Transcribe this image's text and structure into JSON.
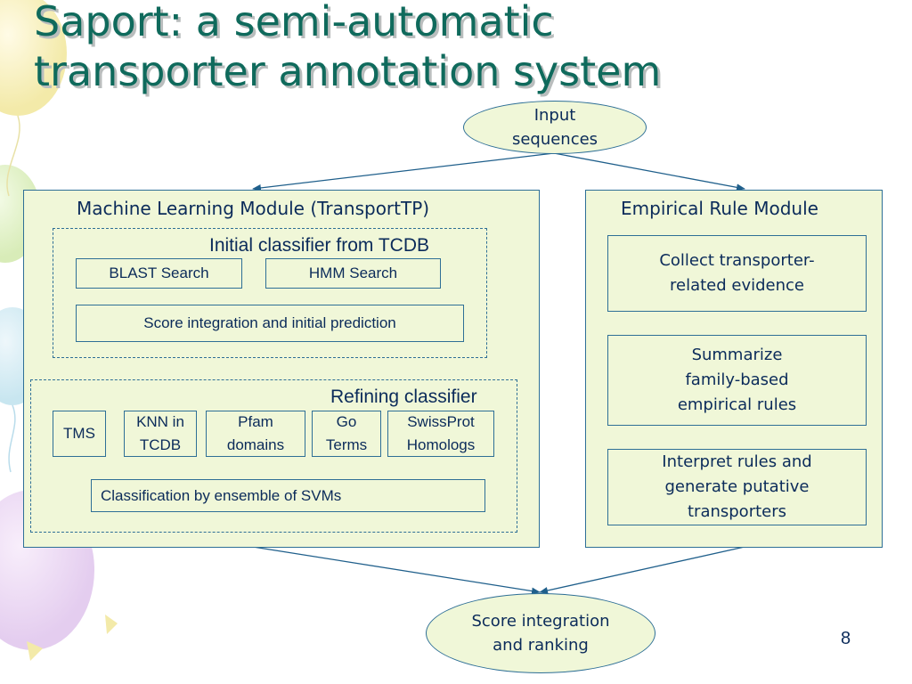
{
  "title": {
    "line1": "Saport: a semi-automatic",
    "line2": "transporter annotation system"
  },
  "input": {
    "line1": "Input",
    "line2": "sequences"
  },
  "ml_module": {
    "title": "Machine Learning Module (TransportTP)",
    "initial": {
      "title": "Initial classifier from TCDB",
      "blast": "BLAST Search",
      "hmm": "HMM Search",
      "score": "Score integration and initial prediction"
    },
    "refining": {
      "title": "Refining classifier",
      "features": [
        {
          "line1": "TMS",
          "line2": ""
        },
        {
          "line1": "KNN in",
          "line2": "TCDB"
        },
        {
          "line1": "Pfam",
          "line2": "domains"
        },
        {
          "line1": "Go",
          "line2": "Terms"
        },
        {
          "line1": "SwissProt",
          "line2": "Homologs"
        }
      ],
      "ensemble": "Classification by ensemble of  SVMs"
    }
  },
  "rule_module": {
    "title": "Empirical Rule Module",
    "steps": [
      {
        "lines": [
          "Collect transporter-",
          "related evidence"
        ]
      },
      {
        "lines": [
          "Summarize",
          "family-based",
          "empirical rules"
        ]
      },
      {
        "lines": [
          "Interpret rules and",
          "generate putative",
          "transporters"
        ]
      }
    ]
  },
  "output": {
    "line1": "Score integration",
    "line2": "and ranking"
  },
  "page_number": "8",
  "colors": {
    "title": "#0f6a5c",
    "box_fill": "#f0f7d8",
    "border": "#2e6f96",
    "text": "#0b2b5a"
  }
}
